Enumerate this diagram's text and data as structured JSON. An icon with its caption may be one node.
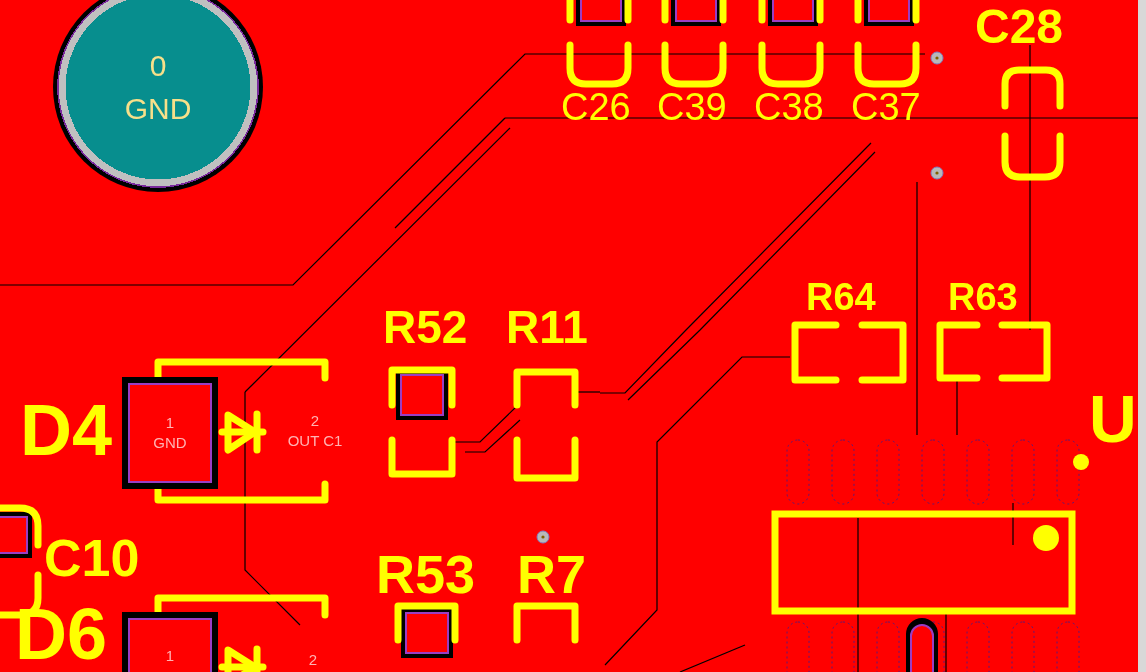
{
  "diagram": {
    "nodes": [
      {
        "text": [
          "0",
          "GND"
        ]
      },
      {
        "text": [
          "1",
          "GND"
        ]
      },
      {
        "text": [
          "2",
          "OUT C1"
        ]
      },
      {
        "text": [
          "1"
        ]
      },
      {
        "text": [
          "2"
        ]
      }
    ],
    "labels": [
      "C28",
      "C26",
      "C39",
      "C38",
      "C37",
      "R64",
      "R63",
      "R52",
      "R11",
      "D4",
      "U",
      "C10",
      "R53",
      "R7",
      "D6"
    ]
  }
}
